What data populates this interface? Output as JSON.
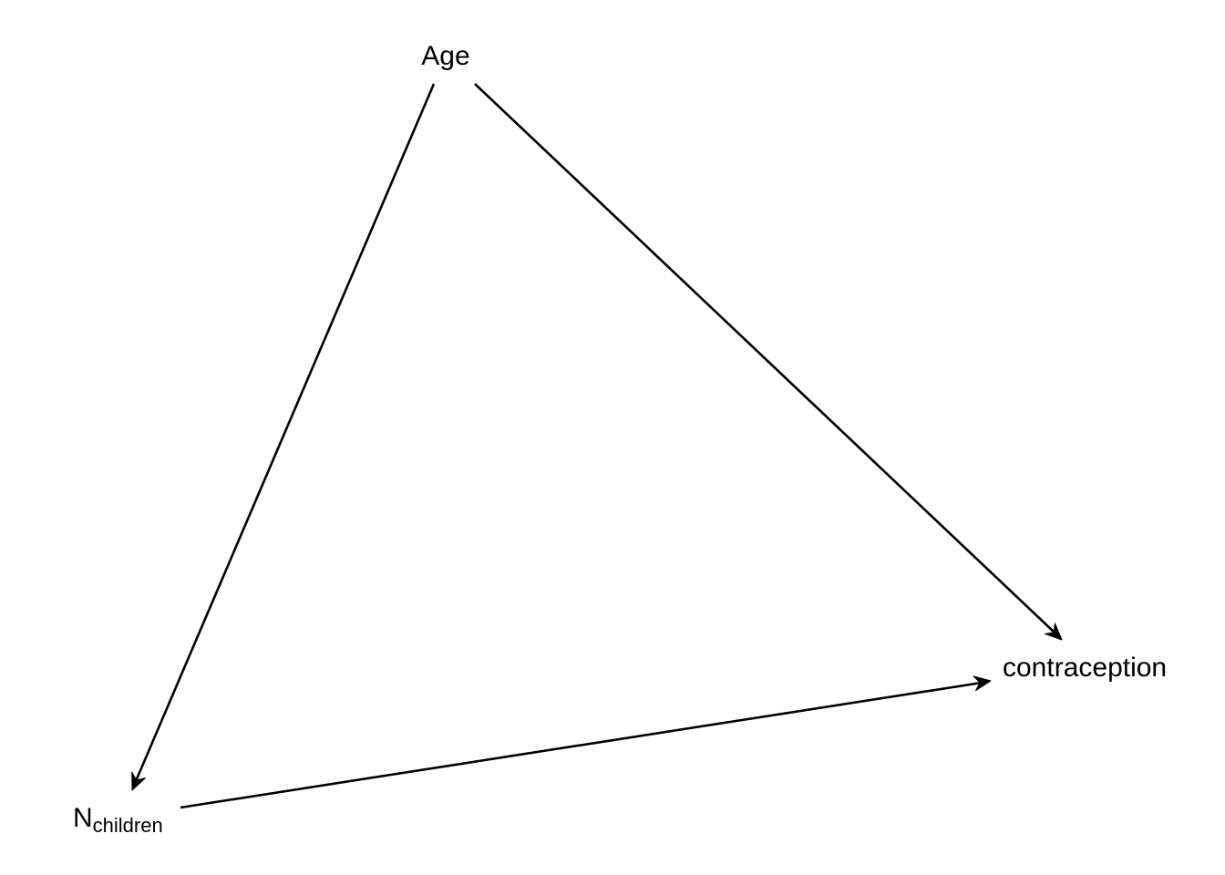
{
  "nodes": {
    "age": {
      "label": "Age"
    },
    "n_children": {
      "label": "N",
      "subscript": "children"
    },
    "contraception": {
      "label": "contraception"
    }
  },
  "edges": [
    {
      "from": "Age",
      "to": "N children"
    },
    {
      "from": "Age",
      "to": "contraception"
    },
    {
      "from": "N children",
      "to": "contraception"
    }
  ],
  "colors": {
    "ink": "#000000",
    "background": "#ffffff"
  }
}
